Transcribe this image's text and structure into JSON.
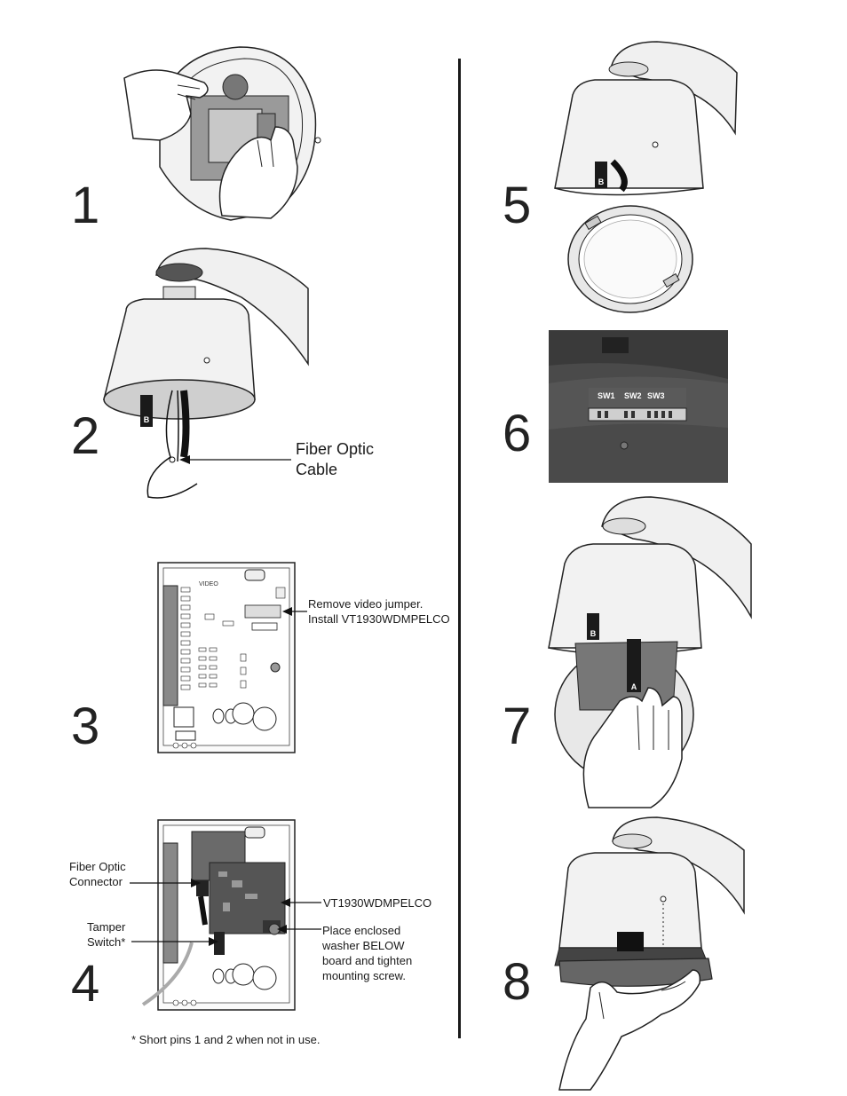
{
  "steps": [
    {
      "number": "1"
    },
    {
      "number": "2"
    },
    {
      "number": "3"
    },
    {
      "number": "4"
    },
    {
      "number": "5"
    },
    {
      "number": "6"
    },
    {
      "number": "7"
    },
    {
      "number": "8"
    }
  ],
  "callouts": {
    "fiber_optic_cable": [
      "Fiber Optic",
      "Cable"
    ],
    "remove_video_jumper": [
      "Remove video jumper.",
      "Install VT1930WDMPELCO"
    ],
    "fiber_optic_connector": [
      "Fiber Optic",
      "Connector"
    ],
    "tamper_switch": [
      "Tamper",
      "Switch*"
    ],
    "module_name": "VT1930WDMPELCO",
    "place_washer": [
      "Place enclosed",
      "washer BELOW",
      "board and tighten",
      "mounting screw."
    ]
  },
  "footnote": "* Short pins 1 and 2 when not in use.",
  "board_labels": {
    "video": "VIDEO"
  },
  "switch_labels": [
    "SW1",
    "SW2",
    "SW3"
  ],
  "alignment_marks": {
    "b": "B",
    "a": "A"
  }
}
